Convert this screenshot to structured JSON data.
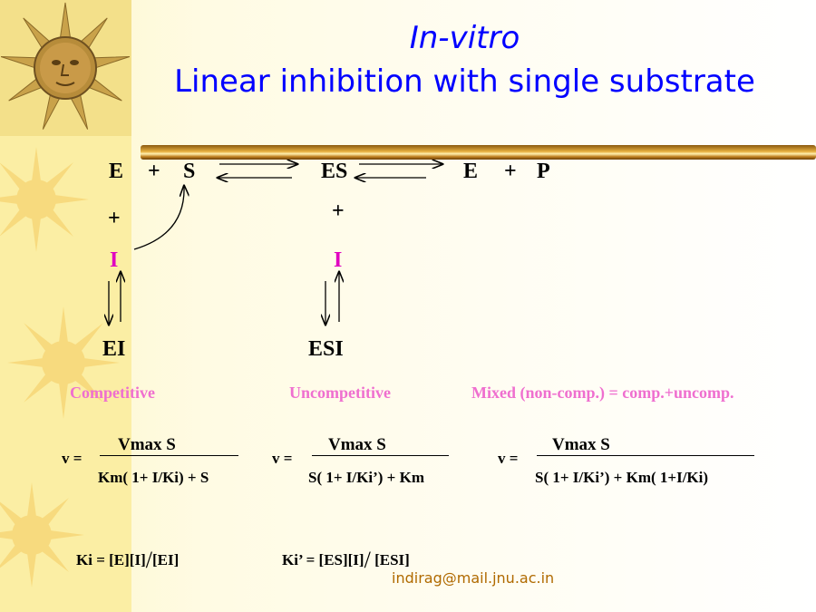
{
  "title": {
    "line1": "In-vitro",
    "line2": "Linear inhibition with single substrate"
  },
  "scheme": {
    "E": "E",
    "plus1": "+",
    "S": "S",
    "ES": "ES",
    "E2": "E",
    "plus2": "+",
    "P": "P",
    "plus_left": "+",
    "plus_mid": "+",
    "I_left": "I",
    "I_mid": "I",
    "EI": "EI",
    "ESI": "ESI"
  },
  "categories": {
    "competitive": "Competitive",
    "uncompetitive": "Uncompetitive",
    "mixed": "Mixed (non-comp.) = comp.+uncomp."
  },
  "equations": {
    "competitive": {
      "v": "v =",
      "numerator": "Vmax S",
      "denominator": "Km( 1+ I/Ki) + S"
    },
    "uncompetitive": {
      "v": "v =",
      "numerator": "Vmax S",
      "denominator": "S( 1+ I/Ki’) + Km"
    },
    "mixed": {
      "v": "v =",
      "numerator": "Vmax S",
      "denominator": "S( 1+ I/Ki’) + Km( 1+I/Ki)"
    }
  },
  "dissociation": {
    "ki_left": "Ki  = [E][I]",
    "ki_slash": "/",
    "ki_right": "[EI]",
    "kip_left": "Ki’ = [ES][I]",
    "kip_slash": "/",
    "kip_right": " [ESI]"
  },
  "footer": {
    "email": "indirag@mail.jnu.ac.in"
  },
  "colors": {
    "title": "#0000ff",
    "inhibitor": "#e000c0",
    "category": "#ef6fcf",
    "footer": "#b06a00"
  }
}
